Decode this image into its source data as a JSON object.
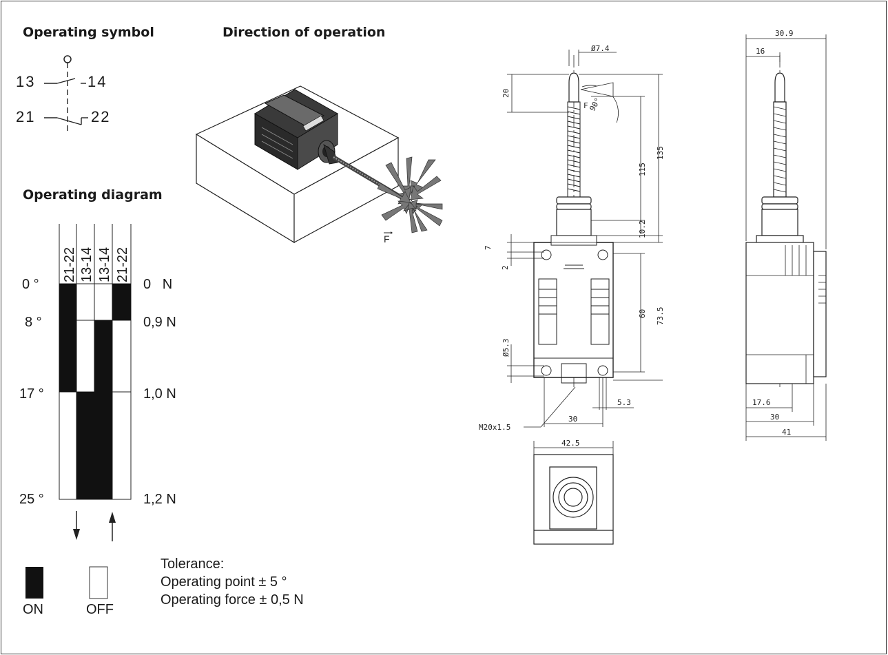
{
  "headings": {
    "operating_symbol": "Operating symbol",
    "direction_of_operation": "Direction of operation",
    "operating_diagram": "Operating diagram"
  },
  "contacts": {
    "no_left": "13",
    "no_right": "14",
    "nc_left": "21",
    "nc_right": "22"
  },
  "diagram": {
    "column_labels": [
      "21-22",
      "13-14",
      "13-14",
      "21-22"
    ],
    "angles": [
      "0 °",
      "8 °",
      "17 °",
      "25 °"
    ],
    "forces": [
      "0   N",
      "0,9 N",
      "1,0 N",
      "1,2 N"
    ]
  },
  "legend": {
    "on_label": "ON",
    "off_label": "OFF"
  },
  "tolerance": {
    "title": "Tolerance:",
    "point": "Operating point ± 5 °",
    "force": "Operating force ± 0,5 N"
  },
  "force_symbol": "F",
  "angle_label": "90°",
  "dimensions": {
    "rod_diameter": "Ø7.4",
    "tip_length": "20",
    "length_135": "135",
    "length_115": "115",
    "length_10_2": "10.2",
    "dim_7": "7",
    "dim_2": "2",
    "dim_60": "60",
    "dim_73_5": "73.5",
    "hole_diameter": "Ø5.3",
    "dim_5_3": "5.3",
    "thread": "M20x1.5",
    "width_30": "30",
    "width_42_5": "42.5",
    "side_30_9": "30.9",
    "side_16": "16",
    "side_17_6": "17.6",
    "side_30": "30",
    "side_41": "41"
  }
}
